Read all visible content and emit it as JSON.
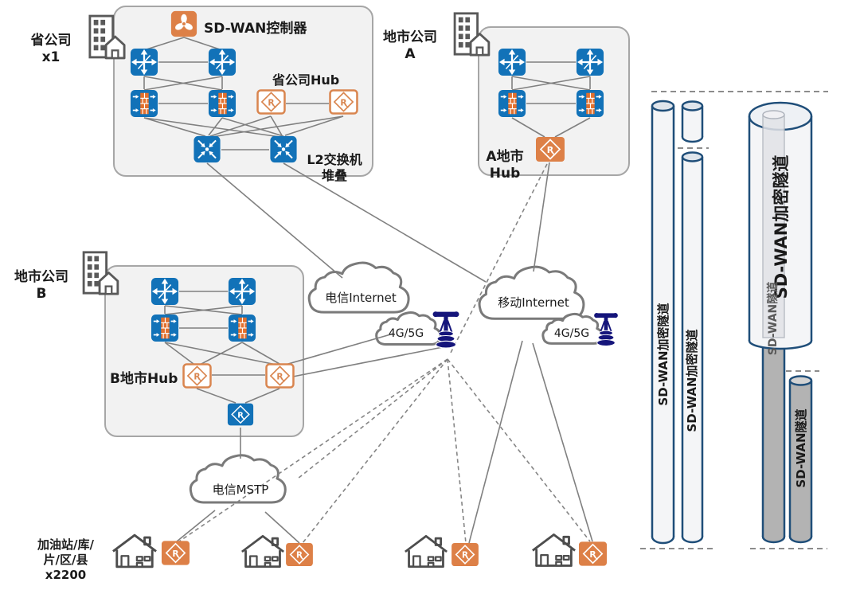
{
  "province": {
    "label_line1": "省公司",
    "label_line2": "x1",
    "controller_label": "SD-WAN控制器",
    "hub_label": "省公司Hub",
    "l2_label_line1": "L2交换机",
    "l2_label_line2": "堆叠"
  },
  "city_a": {
    "label_line1": "地市公司",
    "label_line2": "A",
    "hub_label_line1": "A地市",
    "hub_label_line2": "Hub"
  },
  "city_b": {
    "label_line1": "地市公司",
    "label_line2": "B",
    "hub_label": "B地市Hub"
  },
  "sites": {
    "label_line1": "加油站/库/",
    "label_line2": "片/区/县",
    "label_line3": "x2200"
  },
  "clouds": {
    "telecom_internet": "电信Internet",
    "telecom_4g5g": "4G/5G",
    "mobile_internet": "移动Internet",
    "mobile_4g5g": "4G/5G",
    "telecom_mstp": "电信MSTP"
  },
  "tunnels": {
    "tunnel1": "SD-WAN加密隧道",
    "tunnel2": "SD-WAN加密隧道",
    "tunnel3": "SD-WAN加密隧道",
    "tunnel3_inner": "SD-WAN隧道",
    "tunnel4": "SD-WAN隧道"
  },
  "colors": {
    "node_blue": "#1272B8",
    "node_orange": "#DD8047",
    "tunnel_border": "#1F4E79",
    "tunnel_gray": "#B3B3B3",
    "line_gray": "#808080",
    "box_fill": "#F2F2F2",
    "tower_navy": "#15157B"
  }
}
